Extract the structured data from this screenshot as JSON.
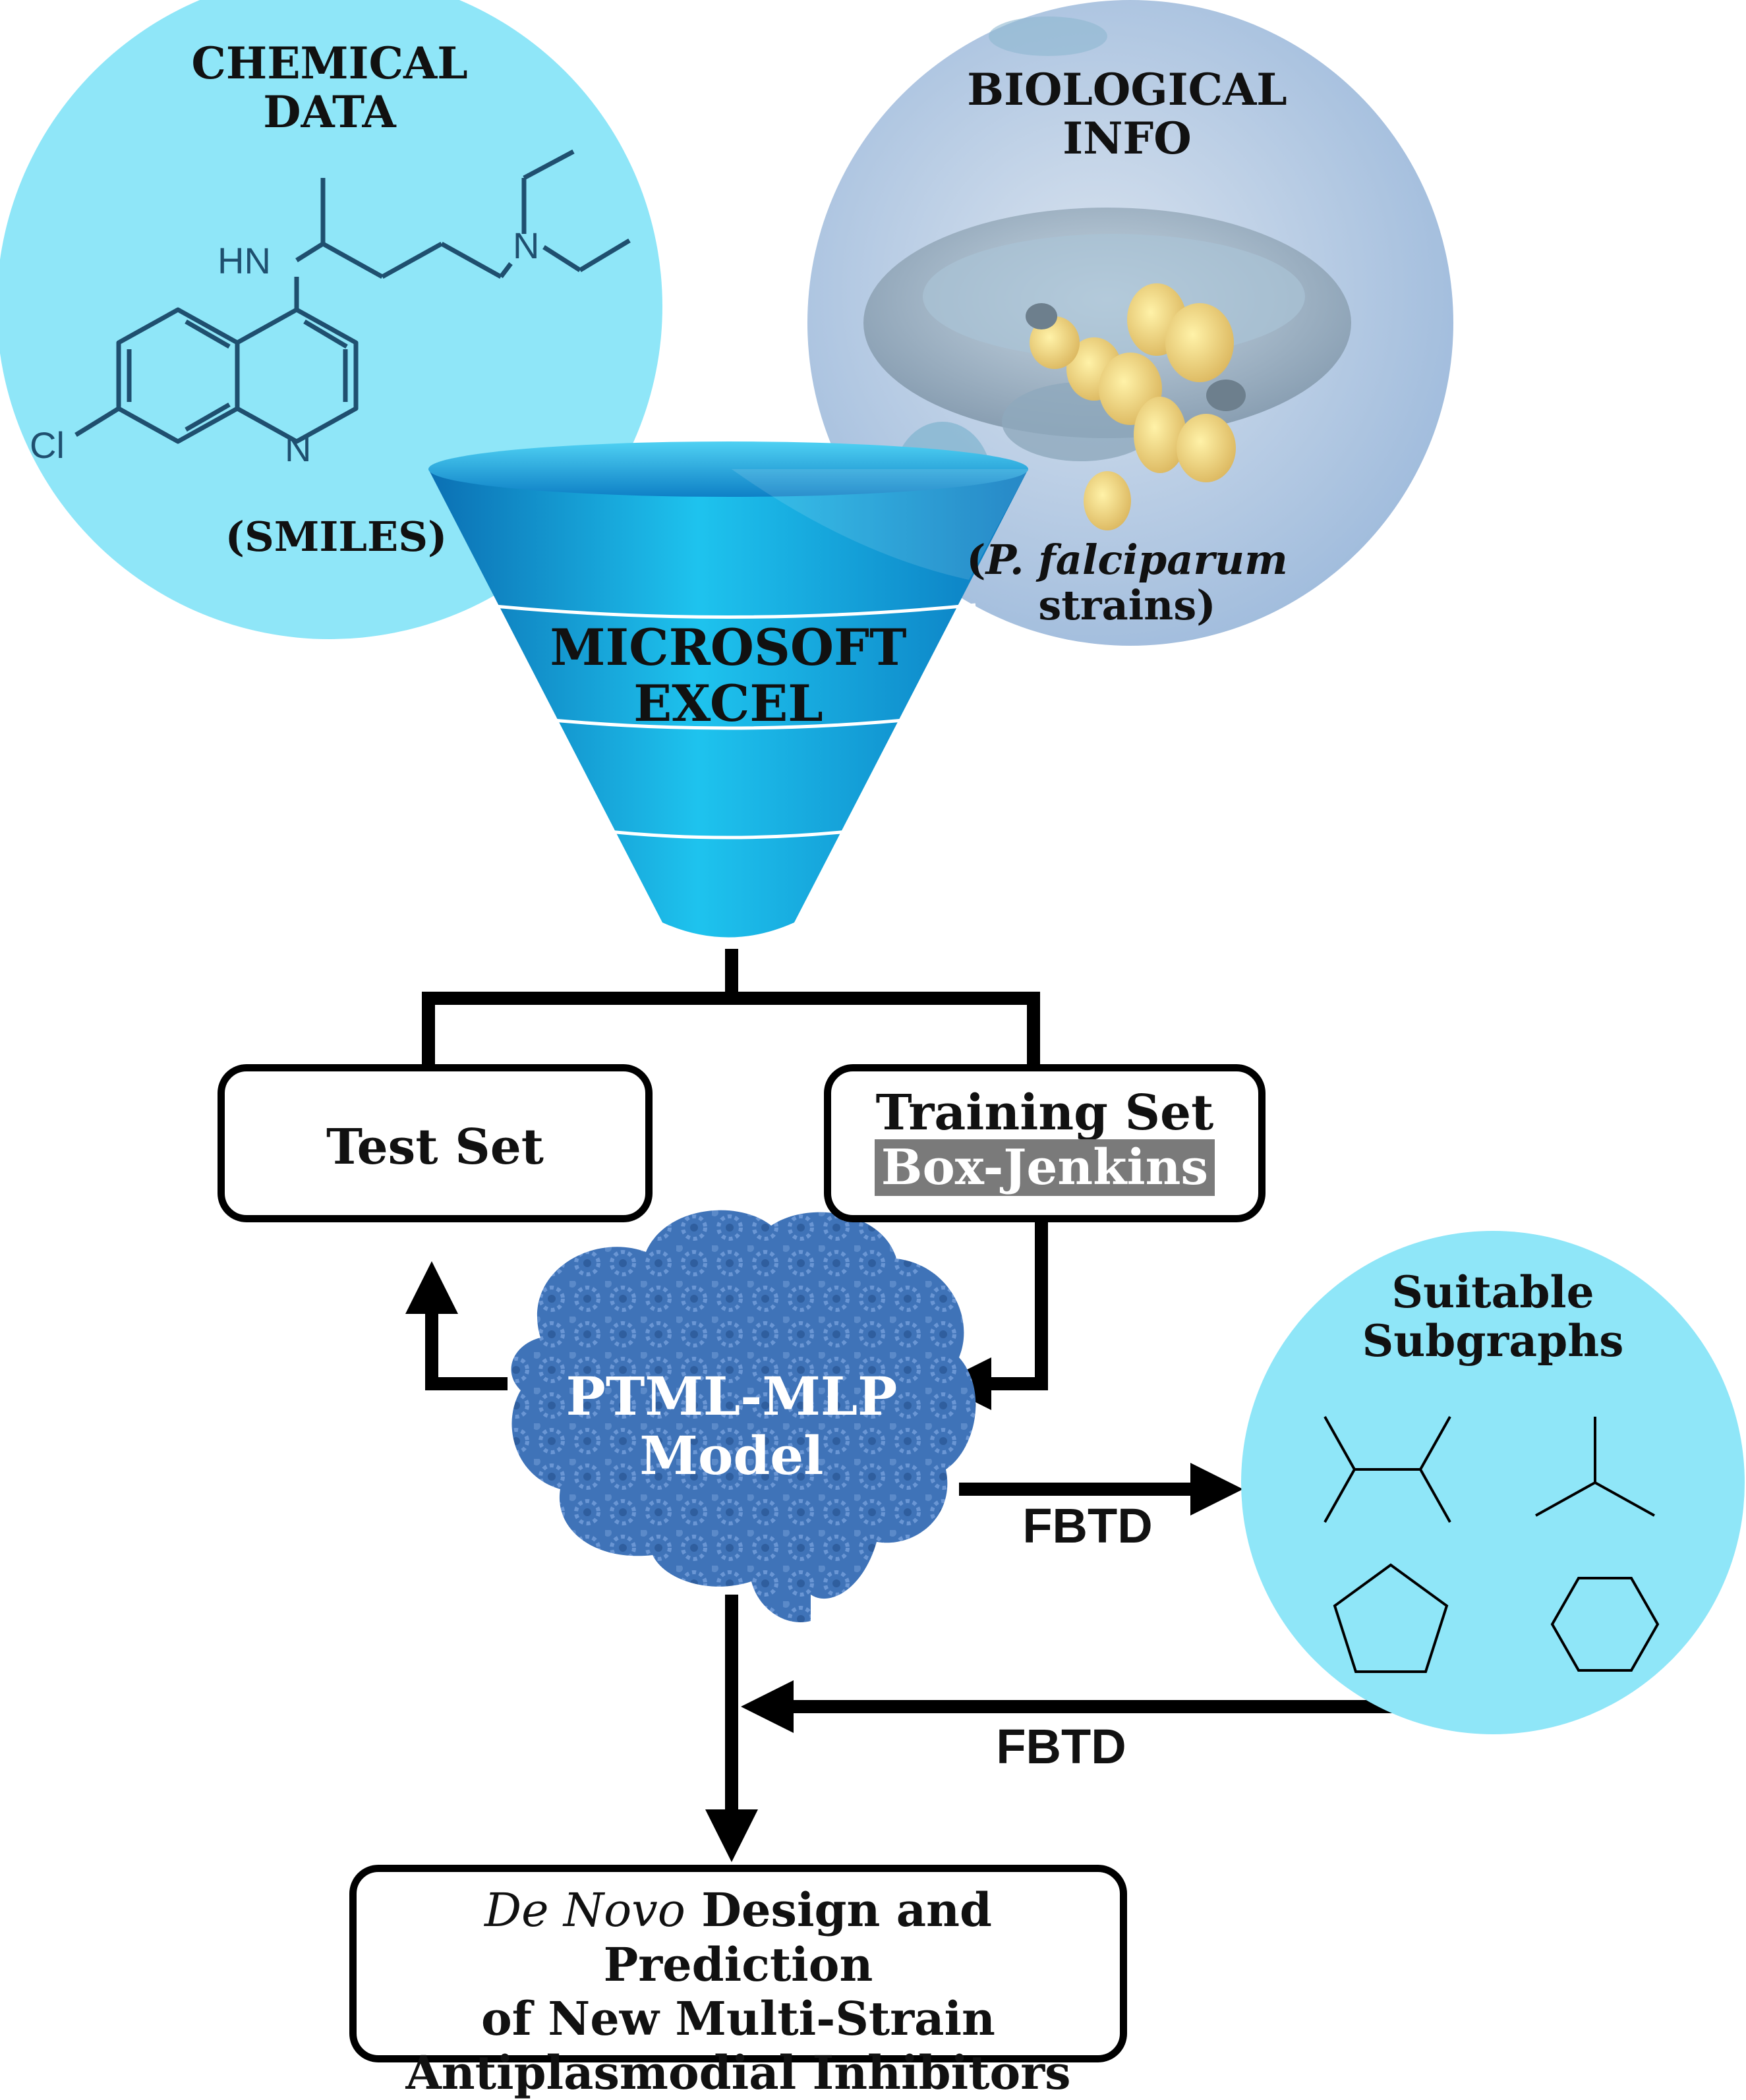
{
  "chemical": {
    "title_line1": "CHEMICAL",
    "title_line2": "DATA",
    "caption": "(SMILES)",
    "atoms": {
      "hn": "HN",
      "n_amine": "N",
      "n_ring": "N",
      "cl": "Cl"
    }
  },
  "biological": {
    "title_line1": "BIOLOGICAL",
    "title_line2": "INFO",
    "caption_italic": "P. falciparum",
    "caption_open": "(",
    "caption_line2": "strains)"
  },
  "funnel": {
    "label_line1": "MICROSOFT",
    "label_line2": "EXCEL"
  },
  "test_set": {
    "label": "Test Set"
  },
  "training_set": {
    "label": "Training Set",
    "sublabel": "Box-Jenkins"
  },
  "model": {
    "label_line1": "PTML-MLP",
    "label_line2": "Model"
  },
  "subgraphs": {
    "title_line1": "Suitable",
    "title_line2": "Subgraphs"
  },
  "edges": {
    "model_to_subgraphs": "FBTD",
    "subgraphs_to_output": "FBTD"
  },
  "output": {
    "italic": "De Novo",
    "line1_rest": " Design and Prediction",
    "line2": "of New Multi-Strain",
    "line3": "Antiplasmodial Inhibitors"
  },
  "colors": {
    "circle_fill": "#8fe6f8",
    "bio_circle_fill": "#b9cfe6",
    "funnel_dark": "#0b6fb3",
    "funnel_light": "#1ec3ee",
    "brain_blue": "#3f73b8",
    "box_jenkins_bg": "#7a7a7a",
    "line": "#000000"
  }
}
